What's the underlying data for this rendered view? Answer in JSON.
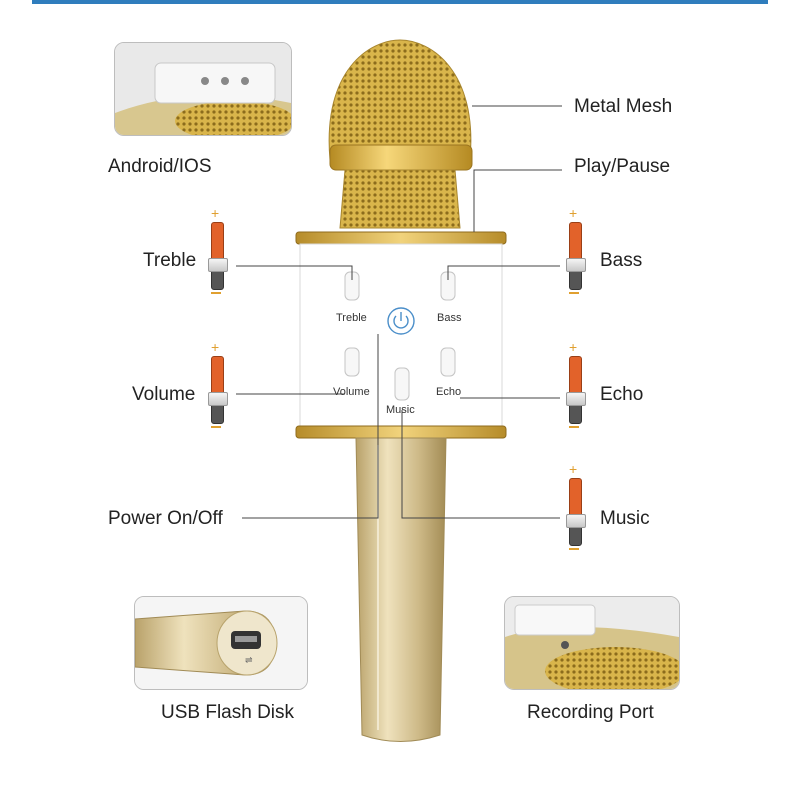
{
  "labels": {
    "metal_mesh": "Metal Mesh",
    "android_ios": "Android/IOS",
    "play_pause": "Play/Pause",
    "treble": "Treble",
    "bass": "Bass",
    "volume": "Volume",
    "echo": "Echo",
    "power": "Power On/Off",
    "music": "Music",
    "usb": "USB Flash Disk",
    "recording": "Recording Port"
  },
  "panel": {
    "treble": "Treble",
    "bass": "Bass",
    "volume": "Volume",
    "echo": "Echo",
    "music": "Music"
  },
  "colors": {
    "gold": "#d6b65a",
    "gold_dark": "#a8862e",
    "body": "#cdb987",
    "slider_orange": "#e2622a",
    "accent_top_line": "#2f7dbd"
  },
  "icons": [
    "power-icon",
    "usb-icon",
    "slider-icon"
  ]
}
